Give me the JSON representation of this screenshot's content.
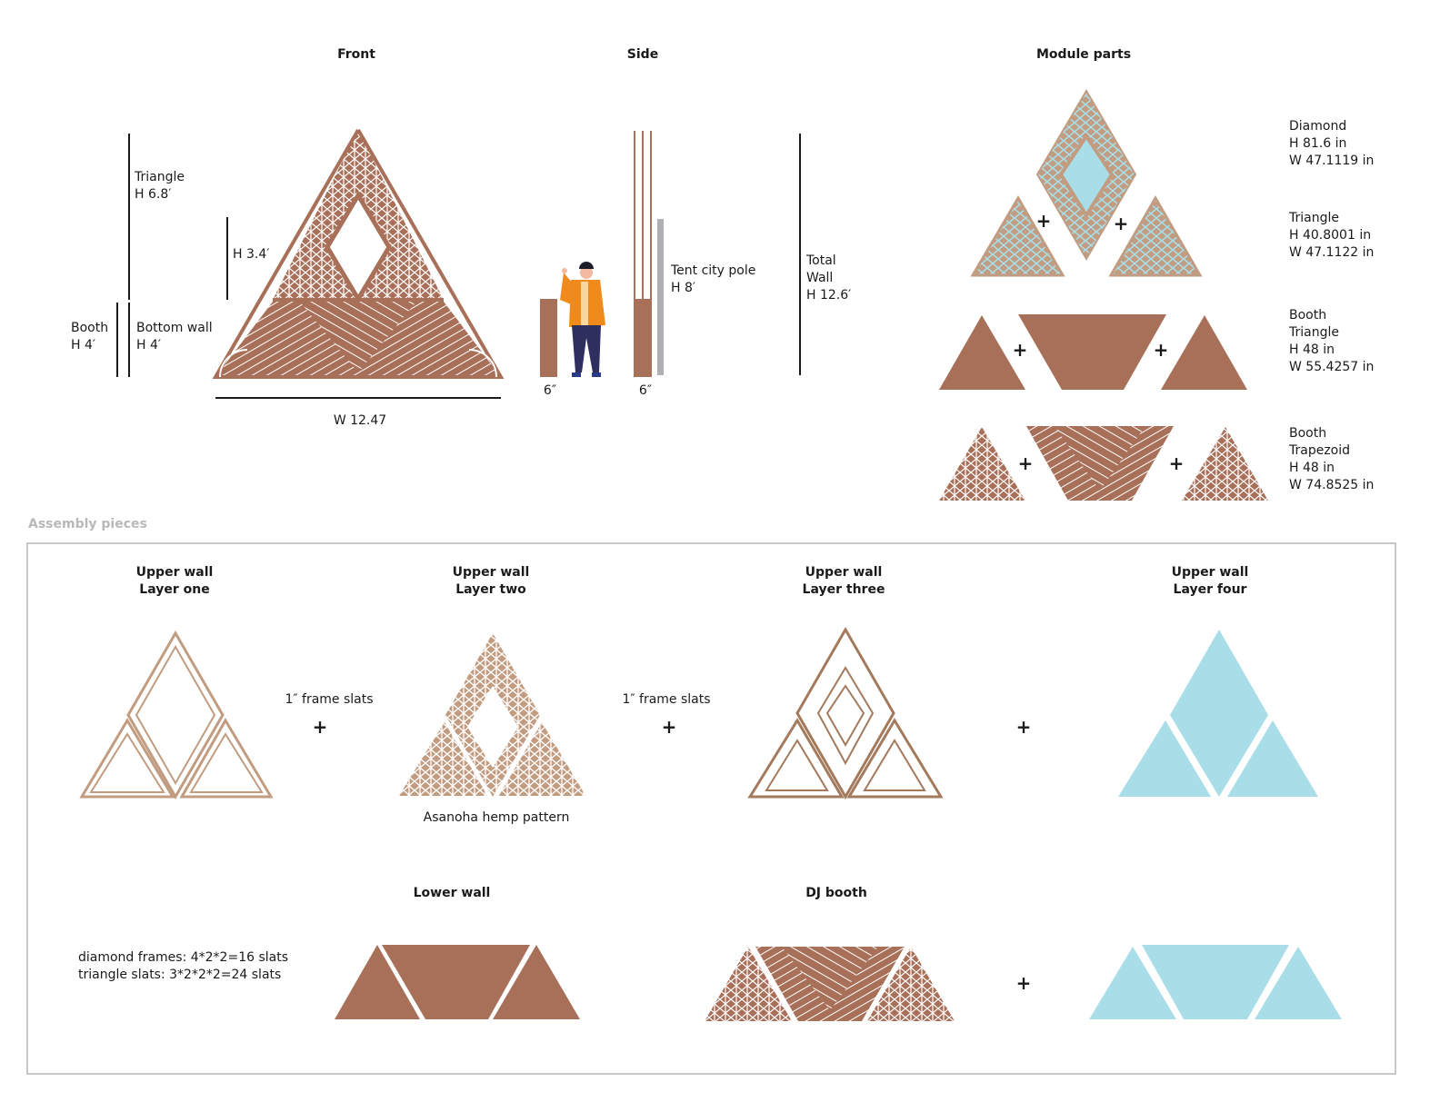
{
  "colors": {
    "brown": "#a87059",
    "light_brown": "#c29c80",
    "mid_brown": "#a47a5c",
    "blue": "#a9dde8",
    "pole": "#b0b0b4"
  },
  "headers": {
    "front": "Front",
    "side": "Side",
    "module": "Module parts"
  },
  "front": {
    "triangle": [
      "Triangle",
      "H 6.8′"
    ],
    "upper_h": "H 3.4′",
    "booth": [
      "Booth",
      "H 4′"
    ],
    "bottom_wall": [
      "Bottom wall",
      "H 4′"
    ],
    "width": "W 12.47"
  },
  "side": {
    "depth_left": "6″",
    "depth_right": "6″",
    "pole": [
      "Tent city pole",
      "H 8′"
    ],
    "total": [
      "Total",
      "Wall",
      "H 12.6′"
    ]
  },
  "module": [
    {
      "lines": [
        "Diamond",
        "H 81.6 in",
        "W 47.1119 in"
      ]
    },
    {
      "lines": [
        "Triangle",
        "H 40.8001 in",
        "W 47.1122 in"
      ]
    },
    {
      "lines": [
        "Booth",
        "Triangle",
        "H 48 in",
        "W 55.4257 in"
      ]
    },
    {
      "lines": [
        "Booth",
        "Trapezoid",
        "H 48 in",
        "W 74.8525 in"
      ]
    }
  ],
  "plus": "+",
  "assembly": {
    "title": "Assembly pieces",
    "layers": [
      {
        "line1": "Upper wall",
        "line2": "Layer one"
      },
      {
        "line1": "Upper wall",
        "line2": "Layer two"
      },
      {
        "line1": "Upper wall",
        "line2": "Layer three"
      },
      {
        "line1": "Upper wall",
        "line2": "Layer four"
      }
    ],
    "frame_slats_1": "1″ frame slats",
    "frame_slats_2": "1″ frame slats",
    "pattern_note": "Asanoha hemp pattern",
    "lower_wall": "Lower wall",
    "dj_booth": "DJ booth",
    "counts": [
      "diamond frames: 4*2*2=16 slats",
      "triangle slats: 3*2*2*2=24 slats"
    ]
  }
}
